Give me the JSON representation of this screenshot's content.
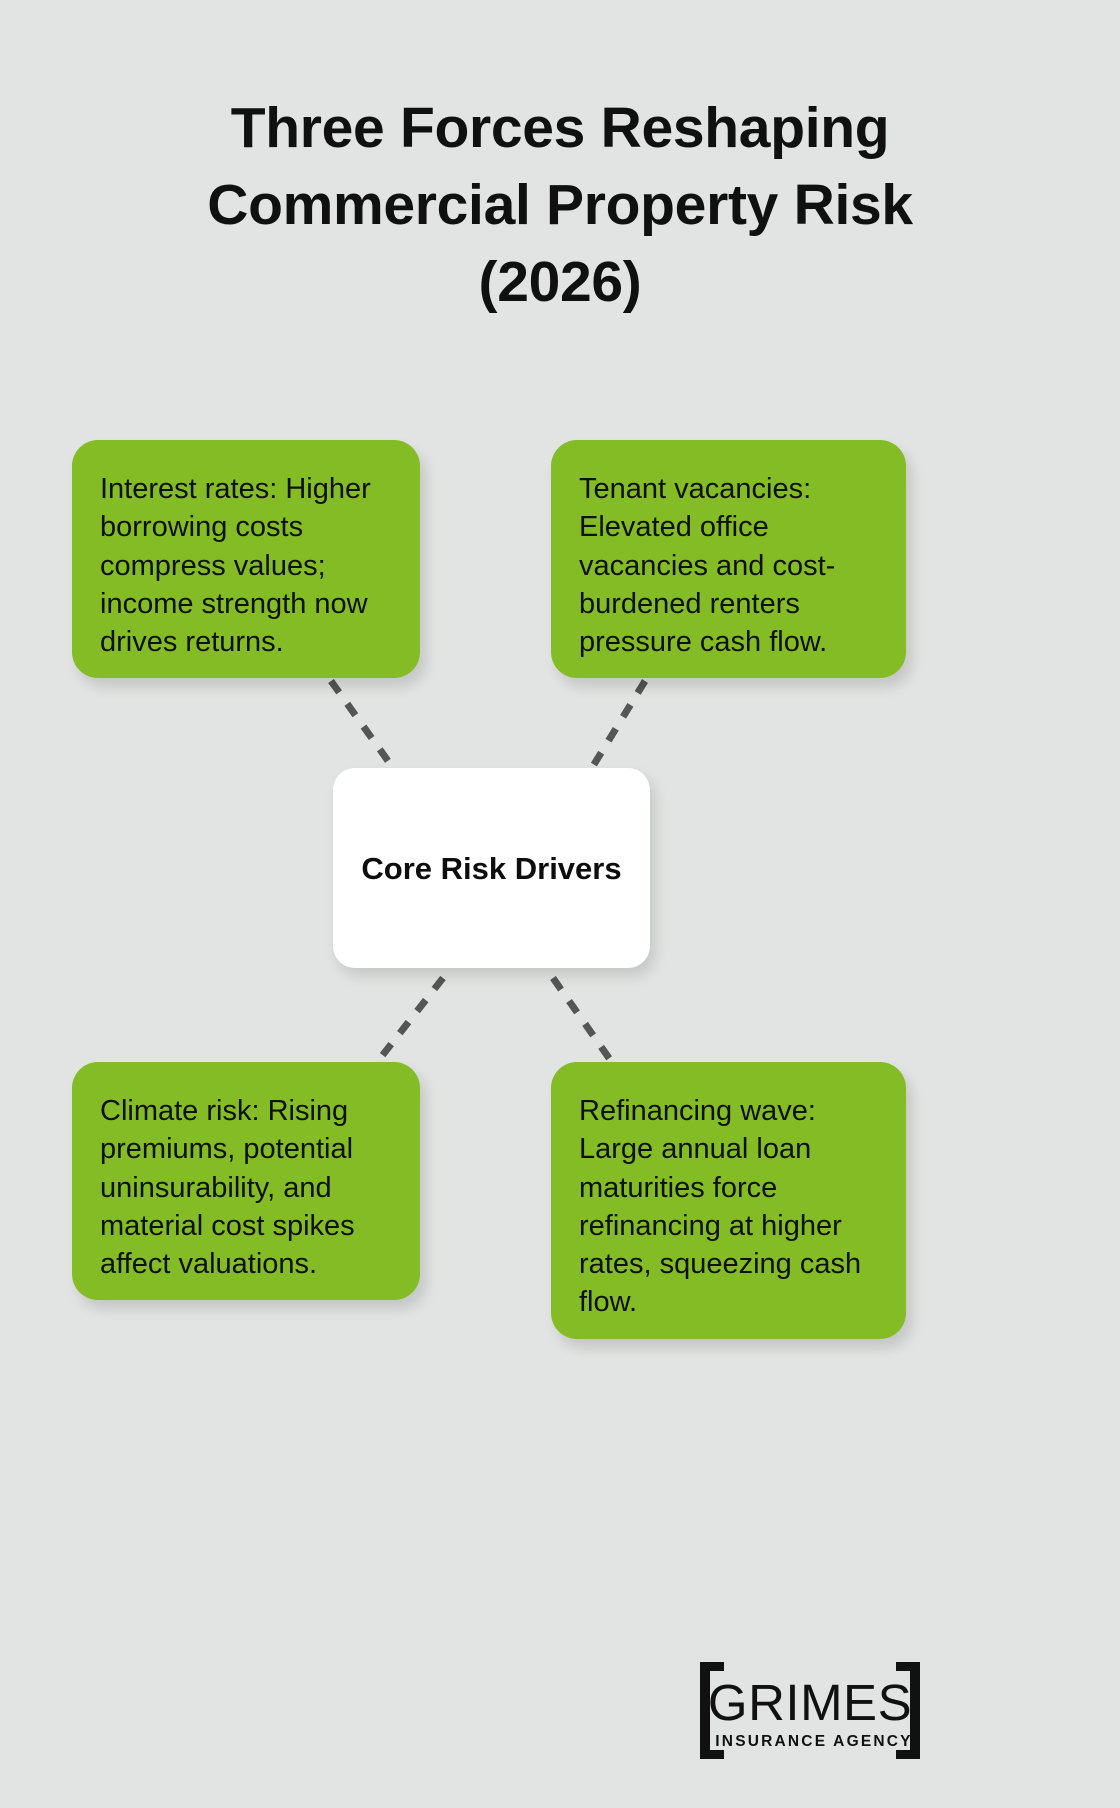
{
  "page": {
    "background_color": "#e2e4e3",
    "accent_color": "#84bc25",
    "text_color": "#101010",
    "connector_color": "#555555"
  },
  "title": {
    "full": "Three Forces Reshaping Commercial Property Risk (2026)",
    "line1": "Three Forces Reshaping",
    "line2": "Commercial Property Risk",
    "line3": "(2026)"
  },
  "center_node": {
    "label": "Core Risk Drivers",
    "line1": "Core Risk",
    "line2": "Drivers",
    "background_color": "#ffffff"
  },
  "cards": [
    {
      "id": "top-left",
      "text": "Interest rates: Higher borrowing costs compress values; income strength now drives returns.",
      "background_color": "#84bc25"
    },
    {
      "id": "top-right",
      "text": "Tenant vacancies: Elevated office vacancies and cost-burdened renters pressure cash flow.",
      "background_color": "#84bc25"
    },
    {
      "id": "bottom-left",
      "text": "Climate risk: Rising premiums, potential uninsurability, and material cost spikes affect valuations.",
      "background_color": "#84bc25"
    },
    {
      "id": "bottom-right",
      "text": "Refinancing wave: Large annual loan maturities force refinancing at higher rates, squeezing cash flow.",
      "background_color": "#84bc25"
    }
  ],
  "logo": {
    "brand": "GRIMES",
    "tagline": "INSURANCE AGENCY",
    "color": "#111111"
  },
  "chart_data": {
    "type": "diagram",
    "title": "Three Forces Reshaping Commercial Property Risk (2026)",
    "layout": "hub-and-spoke",
    "hub": "Core Risk Drivers",
    "spokes": [
      "Interest rates: Higher borrowing costs compress values; income strength now drives returns.",
      "Tenant vacancies: Elevated office vacancies and cost-burdened renters pressure cash flow.",
      "Climate risk: Rising premiums, potential uninsurability, and material cost spikes affect valuations.",
      "Refinancing wave: Large annual loan maturities force refinancing at higher rates, squeezing cash flow."
    ],
    "connector_style": "dashed"
  }
}
